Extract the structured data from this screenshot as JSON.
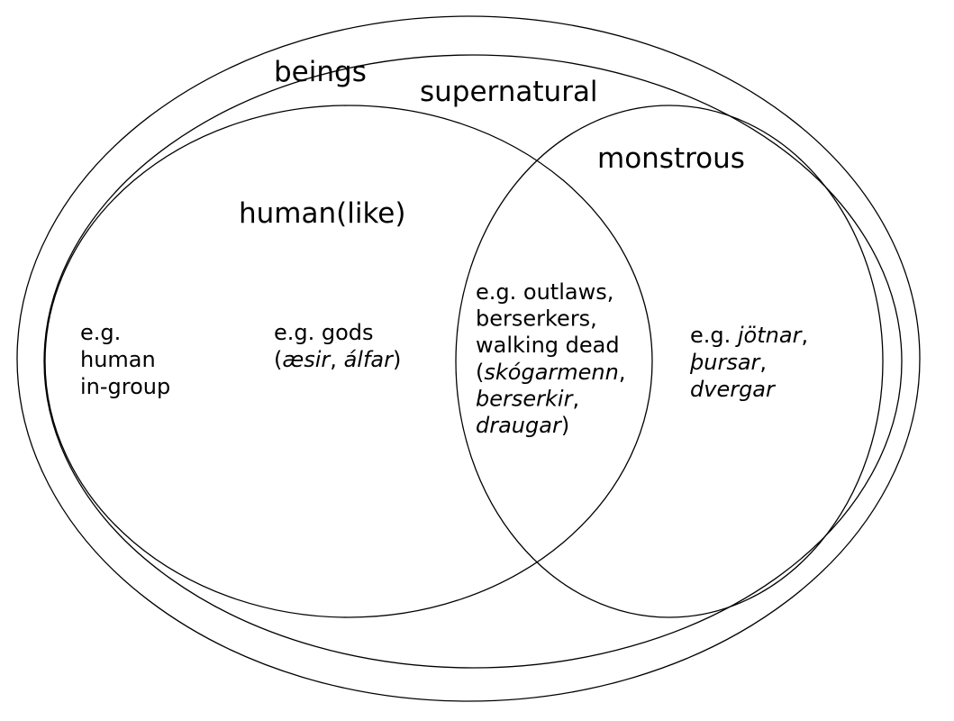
{
  "colors": {
    "stroke": "#000000",
    "background": "#ffffff"
  },
  "labels": {
    "beings": "beings",
    "supernatural": "supernatural",
    "monstrous": "monstrous",
    "humanlike": "human(like)"
  },
  "regions": {
    "human_only": {
      "lines": [
        [
          {
            "t": "e.g."
          }
        ],
        [
          {
            "t": "human"
          }
        ],
        [
          {
            "t": "in-group"
          }
        ]
      ]
    },
    "human_supernatural": {
      "lines": [
        [
          {
            "t": "e.g. gods"
          }
        ],
        [
          {
            "t": "("
          },
          {
            "t": "æsir",
            "i": true
          },
          {
            "t": ", "
          },
          {
            "t": "álfar",
            "i": true
          },
          {
            "t": ")"
          }
        ]
      ]
    },
    "human_monstrous": {
      "lines": [
        [
          {
            "t": "e.g. outlaws,"
          }
        ],
        [
          {
            "t": "berserkers,"
          }
        ],
        [
          {
            "t": "walking dead"
          }
        ],
        [
          {
            "t": "("
          },
          {
            "t": "skógarmenn",
            "i": true
          },
          {
            "t": ","
          }
        ],
        [
          {
            "t": "berserkir",
            "i": true
          },
          {
            "t": ","
          }
        ],
        [
          {
            "t": "draugar",
            "i": true
          },
          {
            "t": ")"
          }
        ]
      ]
    },
    "monstrous_only": {
      "lines": [
        [
          {
            "t": "e.g. "
          },
          {
            "t": "jötnar",
            "i": true
          },
          {
            "t": ","
          }
        ],
        [
          {
            "t": "þursar",
            "i": true
          },
          {
            "t": ","
          }
        ],
        [
          {
            "t": "dvergar",
            "i": true
          }
        ]
      ]
    }
  }
}
